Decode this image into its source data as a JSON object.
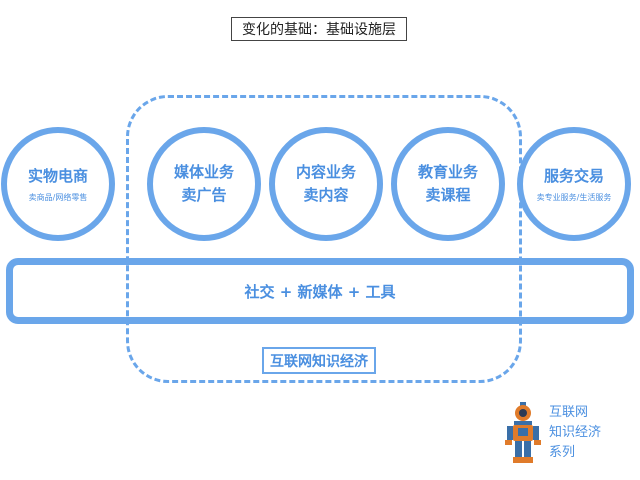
{
  "title": "变化的基础：基础设施层",
  "circles": [
    {
      "main": [
        "实物电商"
      ],
      "sub": "卖商品/网络零售"
    },
    {
      "main": [
        "媒体业务",
        "卖广告"
      ]
    },
    {
      "main": [
        "内容业务",
        "卖内容"
      ]
    },
    {
      "main": [
        "教育业务",
        "卖课程"
      ]
    },
    {
      "main": [
        "服务交易"
      ],
      "sub": "卖专业服务/生活服务"
    }
  ],
  "bar_label": "社交 + 新媒体 + 工具",
  "frame_label": "互联网知识经济",
  "series_label": [
    "互联网",
    "知识经济",
    "系列"
  ],
  "colors": {
    "accent": "#6aa6ea",
    "text_blue": "#4a8fe0",
    "robot_orange": "#e07b2a",
    "robot_blue": "#3a6fa8"
  }
}
